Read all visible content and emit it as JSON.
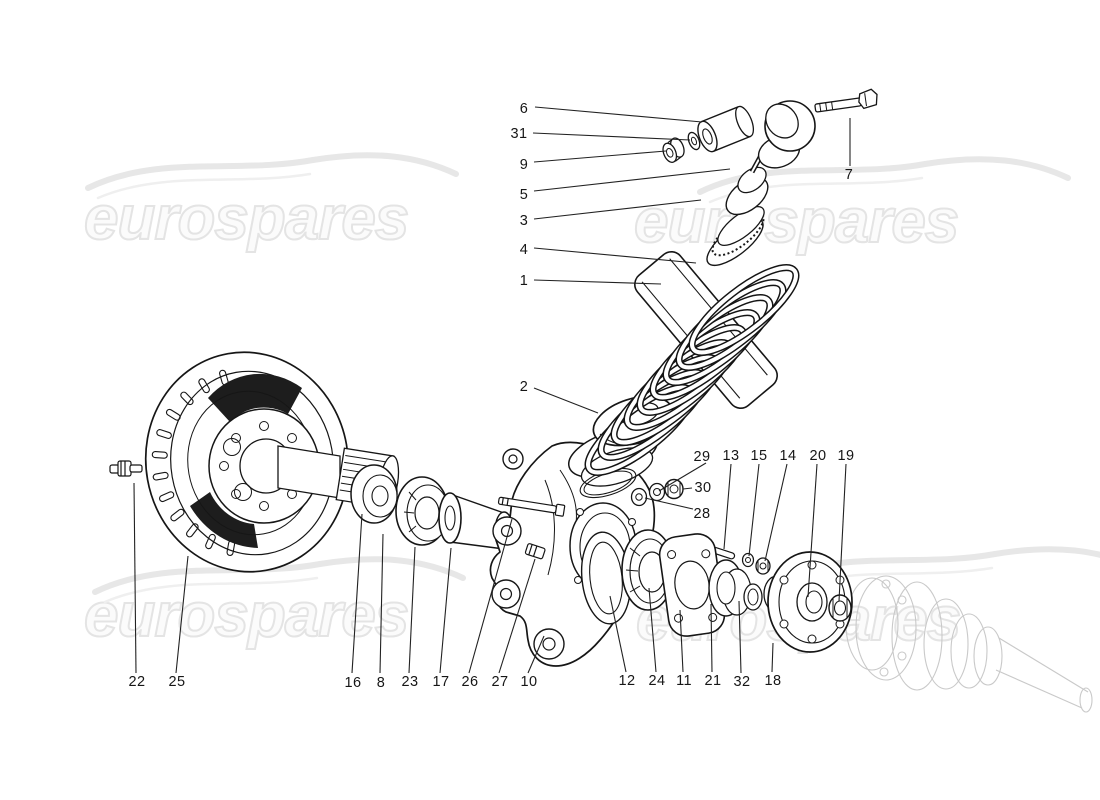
{
  "watermark": {
    "text": "eurospares"
  },
  "colors": {
    "line": "#1a1a1a",
    "paper": "#ffffff",
    "watermark_gray": "#e4e4e4",
    "ghost_line": "#c9c9c9"
  },
  "diagram": {
    "callouts": [
      {
        "number": "6"
      },
      {
        "number": "31"
      },
      {
        "number": "9"
      },
      {
        "number": "5"
      },
      {
        "number": "3"
      },
      {
        "number": "4"
      },
      {
        "number": "1"
      },
      {
        "number": "2"
      },
      {
        "number": "7"
      },
      {
        "number": "29"
      },
      {
        "number": "30"
      },
      {
        "number": "28"
      },
      {
        "number": "13"
      },
      {
        "number": "15"
      },
      {
        "number": "14"
      },
      {
        "number": "20"
      },
      {
        "number": "19"
      },
      {
        "number": "22"
      },
      {
        "number": "25"
      },
      {
        "number": "16"
      },
      {
        "number": "8"
      },
      {
        "number": "23"
      },
      {
        "number": "17"
      },
      {
        "number": "26"
      },
      {
        "number": "27"
      },
      {
        "number": "10"
      },
      {
        "number": "12"
      },
      {
        "number": "24"
      },
      {
        "number": "11"
      },
      {
        "number": "21"
      },
      {
        "number": "32"
      },
      {
        "number": "18"
      }
    ]
  }
}
